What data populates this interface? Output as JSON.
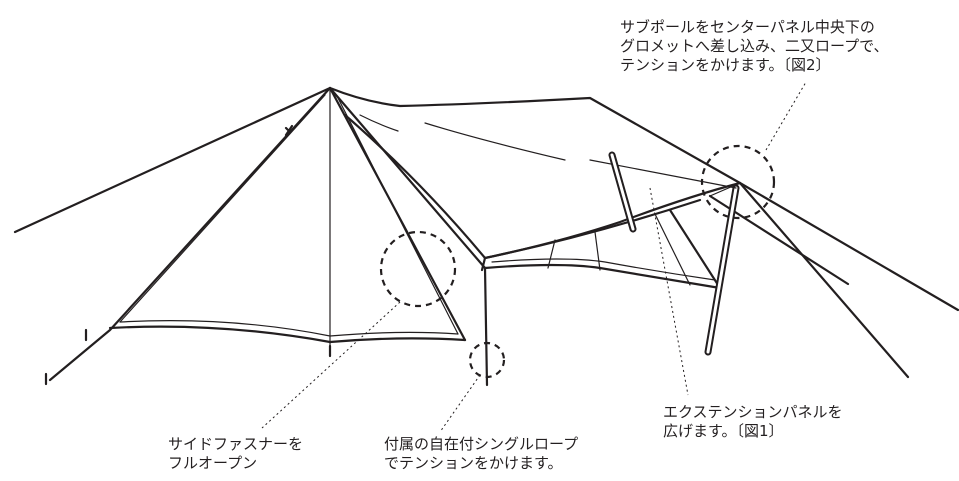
{
  "annotations": {
    "subpole": [
      "サブポールをセンターパネル中央下の",
      "グロメットへ差し込み、二又ロープで、",
      "テンションをかけます。〔図2〕"
    ],
    "extension": [
      "エクステンションパネルを",
      "広げます。〔図1〕"
    ],
    "side_fastener": [
      "サイドファスナーを",
      "フルオープン"
    ],
    "rope": [
      "付属の自在付シングルロープ",
      "でテンションをかけます。"
    ]
  }
}
